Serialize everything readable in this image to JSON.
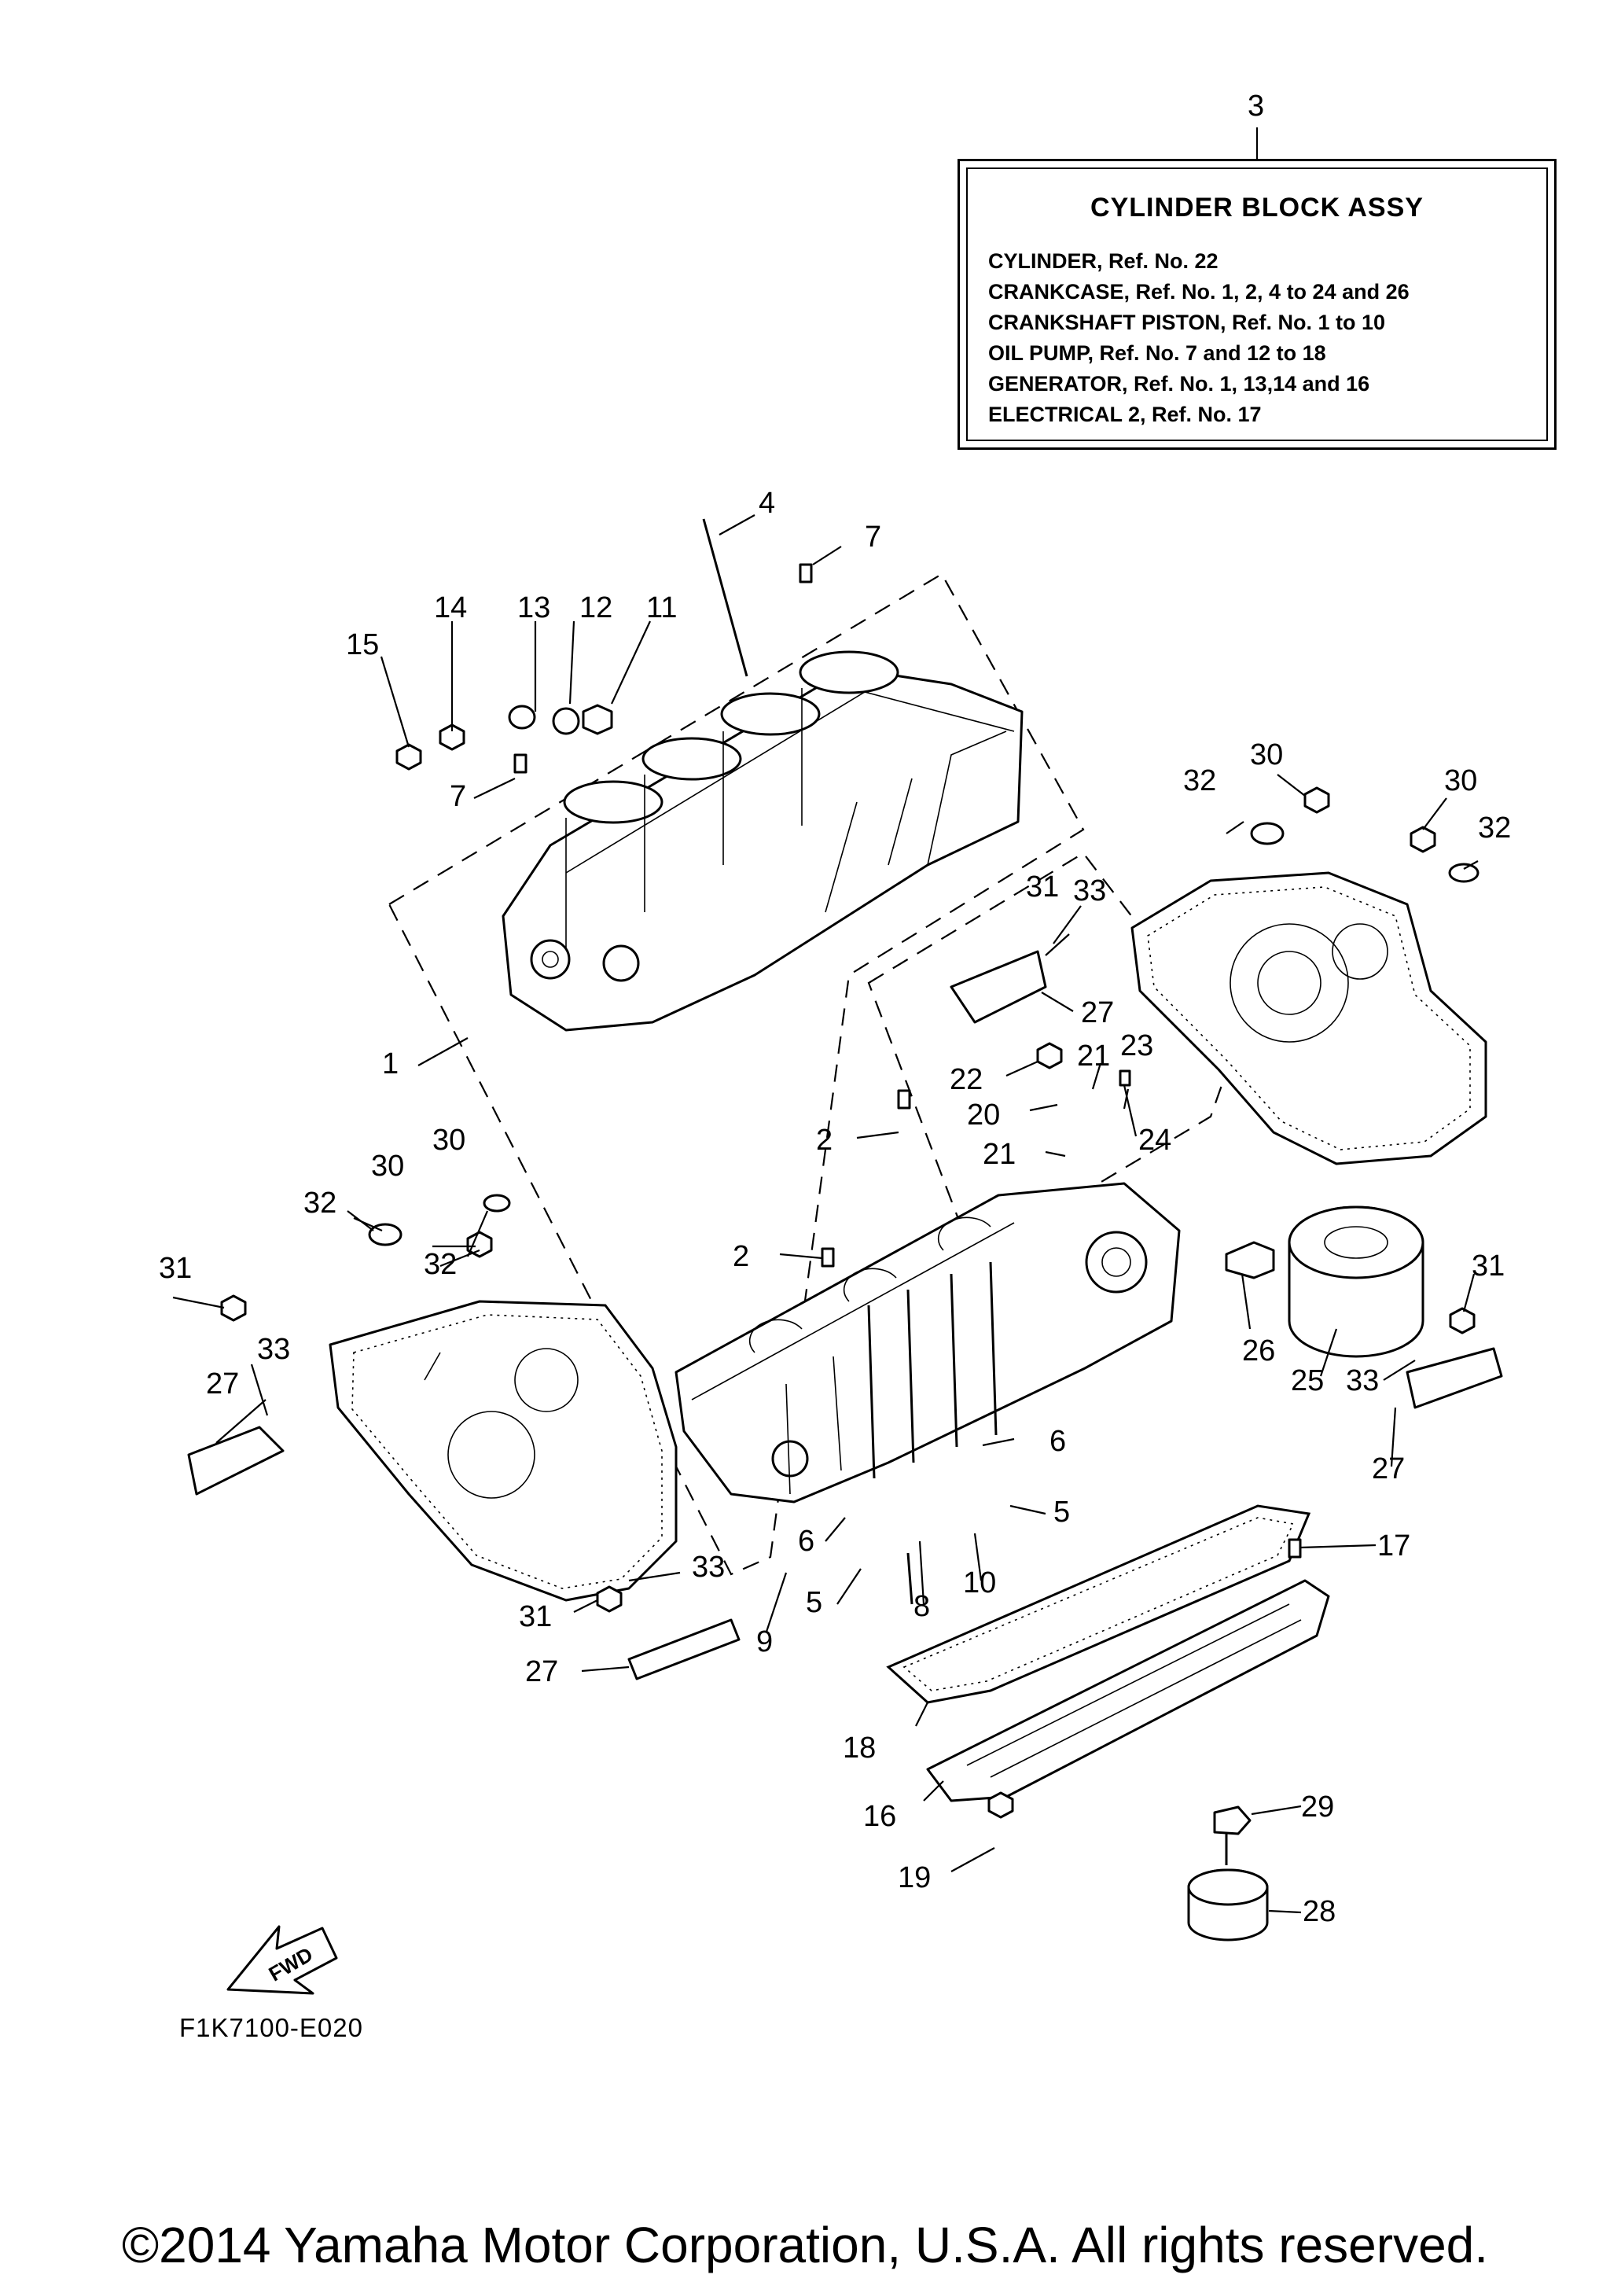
{
  "assembly_box": {
    "ref_no": "3",
    "title": "CYLINDER BLOCK ASSY",
    "lines": [
      "CYLINDER,  Ref. No. 22",
      "CRANKCASE,   Ref. No. 1, 2, 4 to 24 and 26",
      "CRANKSHAFT PISTON,  Ref. No. 1 to 10",
      "OIL PUMP,  Ref. No. 7 and 12 to 18",
      "GENERATOR,  Ref. No. 1, 13,14 and 16",
      "ELECTRICAL 2,  Ref. No. 17"
    ]
  },
  "callouts": [
    "4",
    "7",
    "14",
    "13",
    "12",
    "11",
    "15",
    "7",
    "1",
    "32",
    "30",
    "30",
    "32",
    "31",
    "33",
    "27",
    "22",
    "21",
    "23",
    "24",
    "20",
    "21",
    "2",
    "2",
    "30",
    "32",
    "30",
    "32",
    "31",
    "33",
    "27",
    "26",
    "25",
    "31",
    "33",
    "27",
    "6",
    "6",
    "5",
    "5",
    "10",
    "8",
    "9",
    "33",
    "31",
    "27",
    "17",
    "18",
    "16",
    "19",
    "29",
    "28"
  ],
  "fwd_label": "FWD",
  "diagram_code": "F1K7100-E020",
  "copyright": "©2014 Yamaha Motor Corporation, U.S.A. All rights reserved."
}
